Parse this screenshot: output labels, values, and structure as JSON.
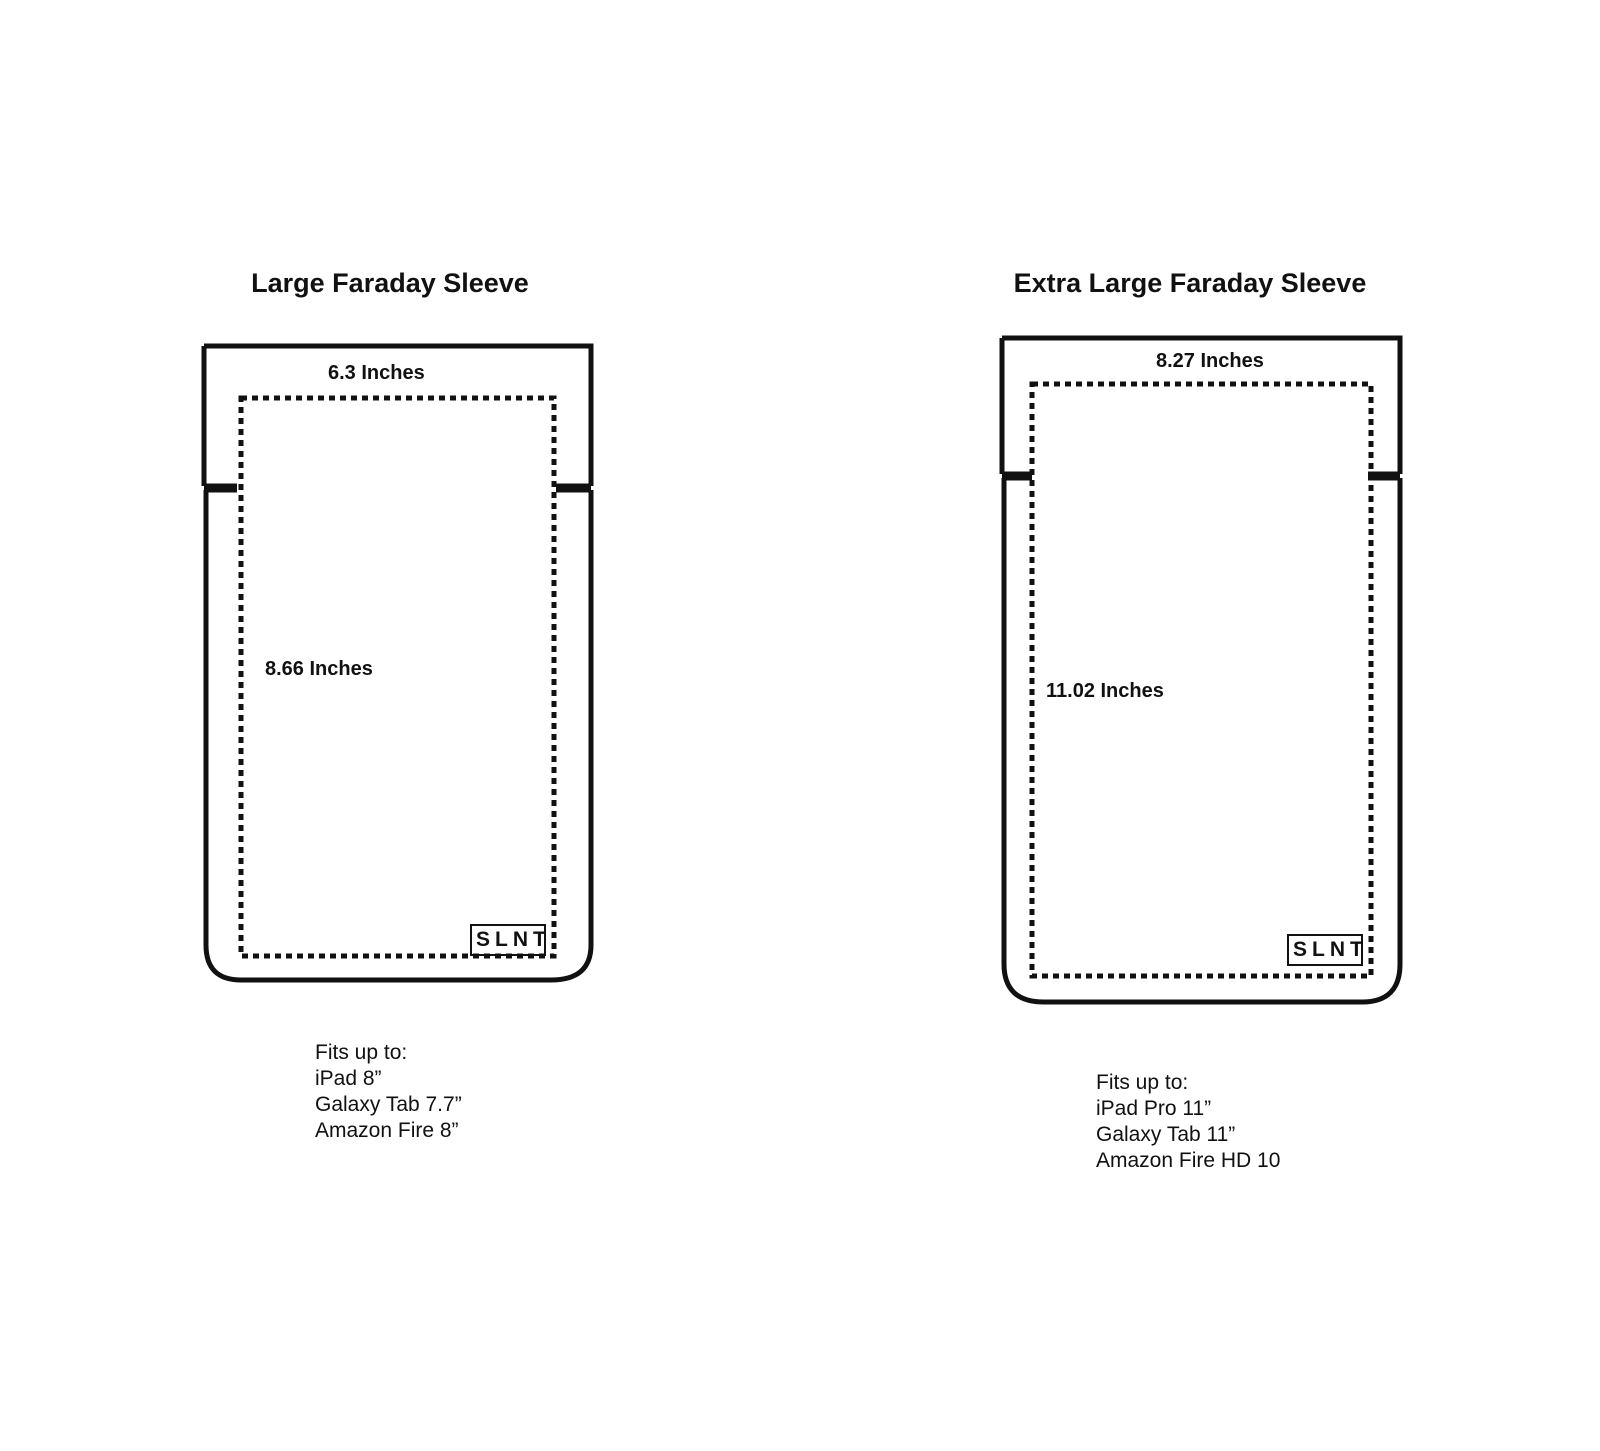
{
  "sleeves": [
    {
      "title": "Large Faraday Sleeve",
      "width_label": "6.3 Inches",
      "height_label": "8.66 Inches",
      "logo": "SLNT",
      "fits_heading": "Fits up to:",
      "fits_devices": [
        "iPad 8”",
        "Galaxy Tab 7.7”",
        "Amazon Fire 8”"
      ]
    },
    {
      "title": "Extra Large Faraday Sleeve",
      "width_label": "8.27 Inches",
      "height_label": "11.02 Inches",
      "logo": "SLNT",
      "fits_heading": "Fits up to:",
      "fits_devices": [
        "iPad Pro 11”",
        "Galaxy Tab 11”",
        "Amazon Fire HD 10"
      ]
    }
  ]
}
